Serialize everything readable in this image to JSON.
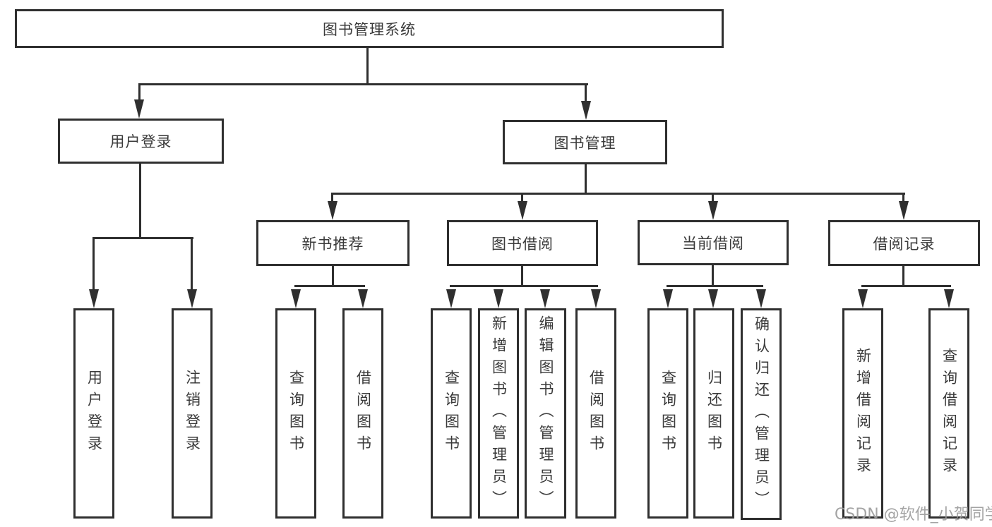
{
  "diagram_title": "图书管理系统",
  "tree": {
    "label": "图书管理系统",
    "children": [
      {
        "label": "用户登录",
        "children": [
          {
            "label": "用户登录"
          },
          {
            "label": "注销登录"
          }
        ]
      },
      {
        "label": "图书管理",
        "children": [
          {
            "label": "新书推荐",
            "children": [
              {
                "label": "查询图书"
              },
              {
                "label": "借阅图书"
              }
            ]
          },
          {
            "label": "图书借阅",
            "children": [
              {
                "label": "查询图书"
              },
              {
                "label": "新增图书（管理员）"
              },
              {
                "label": "编辑图书（管理员）"
              },
              {
                "label": "借阅图书"
              }
            ]
          },
          {
            "label": "当前借阅",
            "children": [
              {
                "label": "查询图书"
              },
              {
                "label": "归还图书"
              },
              {
                "label": "确认归还（管理员）"
              }
            ]
          },
          {
            "label": "借阅记录",
            "children": [
              {
                "label": "新增借阅记录"
              },
              {
                "label": "查询借阅记录"
              }
            ]
          }
        ]
      }
    ]
  },
  "watermark": "CSDN @软件_小贺同学",
  "colors": {
    "line": "#2f2f2f",
    "text": "#3a3a3a",
    "background": "#ffffff",
    "box_fill": "#ffffff",
    "watermark": "#9b9b9b"
  }
}
